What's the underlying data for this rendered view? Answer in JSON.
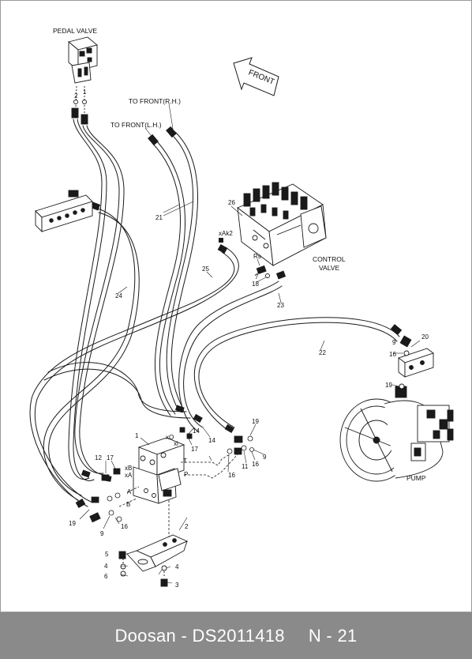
{
  "labels": {
    "pedal_valve": "PEDAL VALVE",
    "front_rh": "TO FRONT(R.H.)",
    "front_lh": "TO FRONT(L.H.)",
    "front_arrow": "FRONT",
    "control_valve_1": "CONTROL",
    "control_valve_2": "VALVE",
    "pump": "PUMP",
    "port_xak2": "xAk2",
    "port_rs": "Rs",
    "port_xo": "xO",
    "port_xi": "xi",
    "port_xb": "xB",
    "port_xa": "xA",
    "port_a": "A",
    "port_b": "B",
    "port_t": "T",
    "port_p": "P"
  },
  "callouts": {
    "c1": "1",
    "c2": "2",
    "c3": "3",
    "c4a": "4",
    "c4b": "4",
    "c5": "5",
    "c6": "6",
    "c7": "7",
    "c9a": "9",
    "c9b": "9",
    "c9c": "9",
    "c11": "11",
    "c12": "12",
    "c14a": "14",
    "c14b": "14",
    "c16a": "16",
    "c16b": "16",
    "c16c": "16",
    "c16d": "16",
    "c17a": "17",
    "c17b": "17",
    "c18": "18",
    "c19a": "19",
    "c19b": "19",
    "c19c": "19",
    "c20": "20",
    "c21": "21",
    "c22": "22",
    "c23": "23",
    "c24": "24",
    "c25": "25",
    "c26": "26",
    "pv1": "1",
    "pv2": "2"
  },
  "footer": {
    "part": "Doosan - DS2011418",
    "page": "N - 21"
  }
}
